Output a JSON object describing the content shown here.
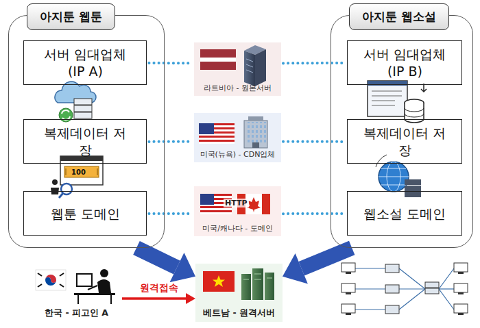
{
  "diagram": {
    "nodes": [
      {
        "text": [
          "아지툰 웹툰"
        ]
      },
      {
        "text": [
          "서버 임대업체 (IP A)"
        ],
        "in": 0
      },
      {
        "text": [
          "복제데이터 저장"
        ],
        "in": 0
      },
      {
        "text": [
          "웹툰 도메인"
        ],
        "in": 0
      },
      {
        "text": [
          "아지툰 웹소설"
        ]
      },
      {
        "text": [
          "서버 임대업체 (IP B)"
        ],
        "in": 4
      },
      {
        "text": [
          "복제데이터 저장"
        ],
        "in": 4
      },
      {
        "text": [
          "웹소설 도메인"
        ],
        "in": 4
      },
      {
        "text": [
          "라트비아 - 원본서버"
        ]
      },
      {
        "text": [
          "미국(뉴욕) - CDN업체"
        ]
      },
      {
        "text": [
          "미국/캐나다 - 도메인"
        ]
      },
      {
        "text": [
          "한국 - 피고인 A"
        ]
      },
      {
        "text": [
          "베트남 - 원격서버"
        ]
      }
    ],
    "edges": [
      {
        "from": 1,
        "to": 8,
        "arrow": "none"
      },
      {
        "from": 8,
        "to": 5,
        "arrow": "none"
      },
      {
        "from": 2,
        "to": 9,
        "arrow": "none"
      },
      {
        "from": 9,
        "to": 6,
        "arrow": "none"
      },
      {
        "from": 3,
        "to": 10,
        "arrow": "none"
      },
      {
        "from": 10,
        "to": 7,
        "arrow": "none"
      },
      {
        "from": 0,
        "to": 12,
        "arrow": "to"
      },
      {
        "from": 4,
        "to": 12,
        "arrow": "to"
      },
      {
        "from": 11,
        "to": 12,
        "label": "원격접속",
        "arrow": "to"
      }
    ],
    "labels": [
      "100",
      "HTTP"
    ]
  }
}
